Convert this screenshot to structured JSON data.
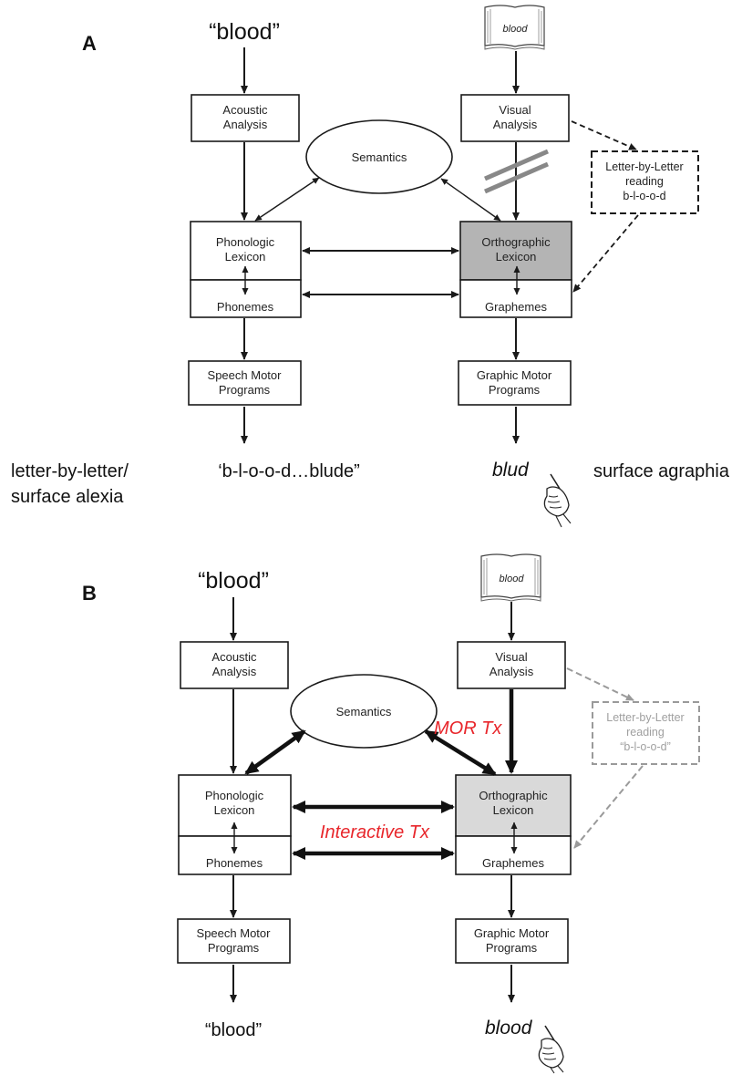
{
  "panel_a": {
    "label": "A",
    "input_word": "“blood”",
    "book_word": "blood",
    "acoustic_analysis": [
      "Acoustic",
      "Analysis"
    ],
    "visual_analysis": [
      "Visual",
      "Analysis"
    ],
    "semantics": "Semantics",
    "letter_by_letter": [
      "Letter-by-Letter",
      "reading",
      "b-l-o-o-d"
    ],
    "phonologic_lexicon": [
      "Phonologic",
      "Lexicon"
    ],
    "orthographic_lexicon": [
      "Orthographic",
      "Lexicon"
    ],
    "phonemes": "Phonemes",
    "graphemes": "Graphemes",
    "speech_motor": [
      "Speech Motor",
      "Programs"
    ],
    "graphic_motor": [
      "Graphic Motor",
      "Programs"
    ],
    "left_caption": [
      "letter-by-letter/",
      "surface alexia"
    ],
    "spoken_output": "‘b-l-o-o-d…blude”",
    "written_output": "blud",
    "right_caption": "surface agraphia"
  },
  "panel_b": {
    "label": "B",
    "input_word": "“blood”",
    "book_word": "blood",
    "acoustic_analysis": [
      "Acoustic",
      "Analysis"
    ],
    "visual_analysis": [
      "Visual",
      "Analysis"
    ],
    "semantics": "Semantics",
    "letter_by_letter": [
      "Letter-by-Letter",
      "reading",
      "“b-l-o-o-d”"
    ],
    "phonologic_lexicon": [
      "Phonologic",
      "Lexicon"
    ],
    "orthographic_lexicon": [
      "Orthographic",
      "Lexicon"
    ],
    "phonemes": "Phonemes",
    "graphemes": "Graphemes",
    "speech_motor": [
      "Speech Motor",
      "Programs"
    ],
    "graphic_motor": [
      "Graphic Motor",
      "Programs"
    ],
    "mor_tx": "MOR Tx",
    "interactive_tx": "Interactive Tx",
    "spoken_output": "“blood”",
    "written_output": "blood"
  },
  "colors": {
    "orthographic_fill_a": "#b4b4b4",
    "orthographic_fill_b": "#d9d9d9",
    "therapy_label": "#e8262b",
    "faded_letter_by_letter": "#a0a0a0"
  },
  "icons": [
    "open-book-icon",
    "writing-hand-icon"
  ]
}
